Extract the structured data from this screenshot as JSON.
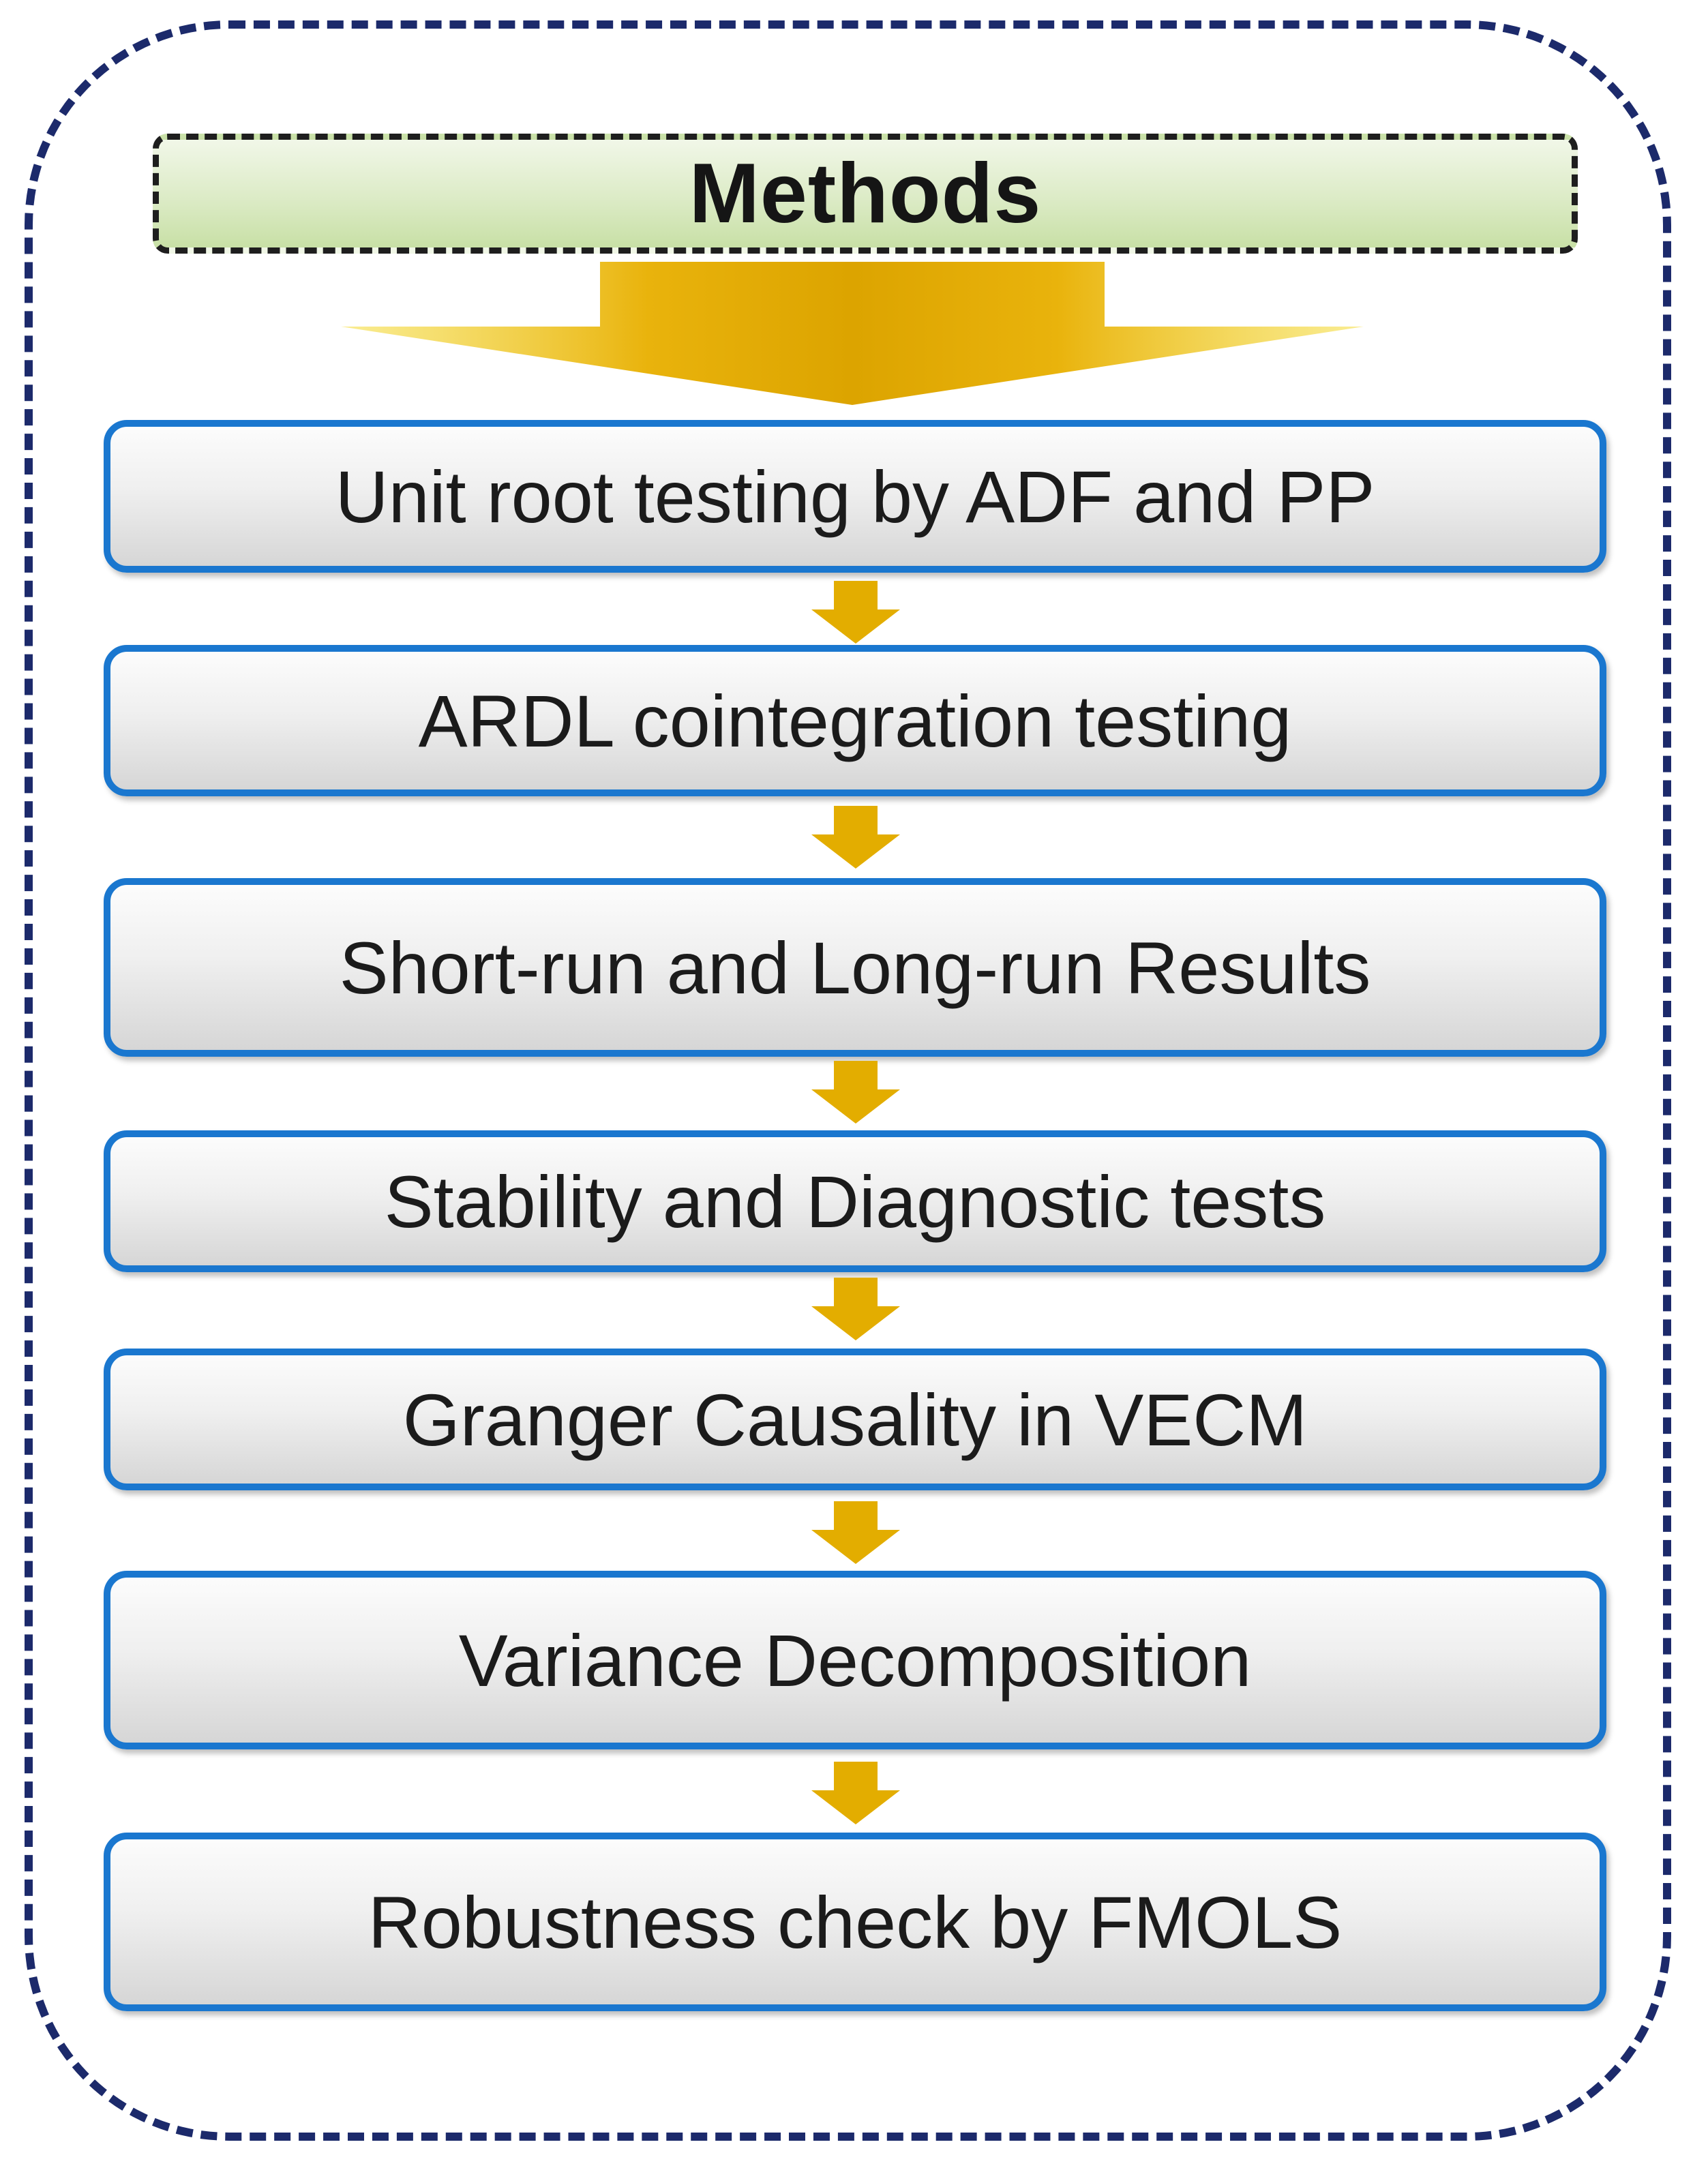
{
  "diagram": {
    "title": "Methods",
    "steps": [
      "Unit root testing by ADF and PP",
      "ARDL cointegration testing",
      "Short-run and Long-run Results",
      "Stability and Diagnostic tests",
      "Granger Causality in VECM",
      "Variance Decomposition",
      "Robustness check by FMOLS"
    ]
  },
  "colors": {
    "frame": "#1c2a6b",
    "title_fill": "#dcebc6",
    "step_border": "#1a77cf",
    "arrow": "#e3ad00"
  }
}
